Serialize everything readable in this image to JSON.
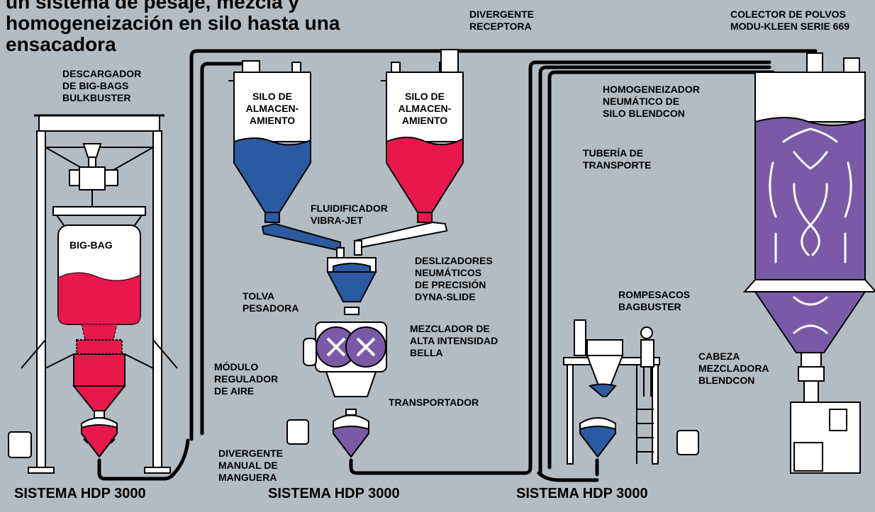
{
  "title": "un sistema de pesaje, mezcla y homogeneización en silo hasta una ensacadora",
  "labels": {
    "divergente_receptora": "DIVERGENTE\nRECEPTORA",
    "colector": "COLECTOR DE POLVOS\nMODU-KLEEN SERIE 669",
    "descargador": "DESCARGADOR\nDE BIG-BAGS\nBULKBUSTER",
    "silo1": "SILO DE\nALMACEN-\nAMIENTO",
    "silo2": "SILO DE\nALMACEN-\nAMIENTO",
    "homogeneizador": "HOMOGENEIZADOR\nNEUMÁTICO DE\nSILO BLENDCON",
    "tuberia": "TUBERÍA DE\nTRANSPORTE",
    "big_bag": "BIG-BAG",
    "fluidificador": "FLUIDIFICADOR\nVIBRA-JET",
    "deslizadores": "DESLIZADORES\nNEUMÁTICOS\nDE PRECISIÓN\nDYNA-SLIDE",
    "tolva": "TOLVA\nPESADORA",
    "mezclador": "MEZCLADOR DE\nALTA INTENSIDAD\nBELLA",
    "rompesacos": "ROMPESACOS\nBAGBUSTER",
    "modulo": "MÓDULO\nREGULADOR\nDE AIRE",
    "transportador": "TRANSPORTADOR",
    "cabeza": "CABEZA\nMEZCLADORA\nBLENDCON",
    "divergente_manual": "DIVERGENTE\nMANUAL DE\nMANGUERA"
  },
  "systems": [
    "SISTEMA HDP 3000",
    "SISTEMA HDP 3000",
    "SISTEMA HDP 3000"
  ],
  "colors": {
    "background": "#b4bcc3",
    "red_material": "#e8184d",
    "blue_material": "#2c5aa0",
    "purple_material": "#7a5aa6",
    "pipe": "#000000",
    "equipment": "#ffffff"
  }
}
